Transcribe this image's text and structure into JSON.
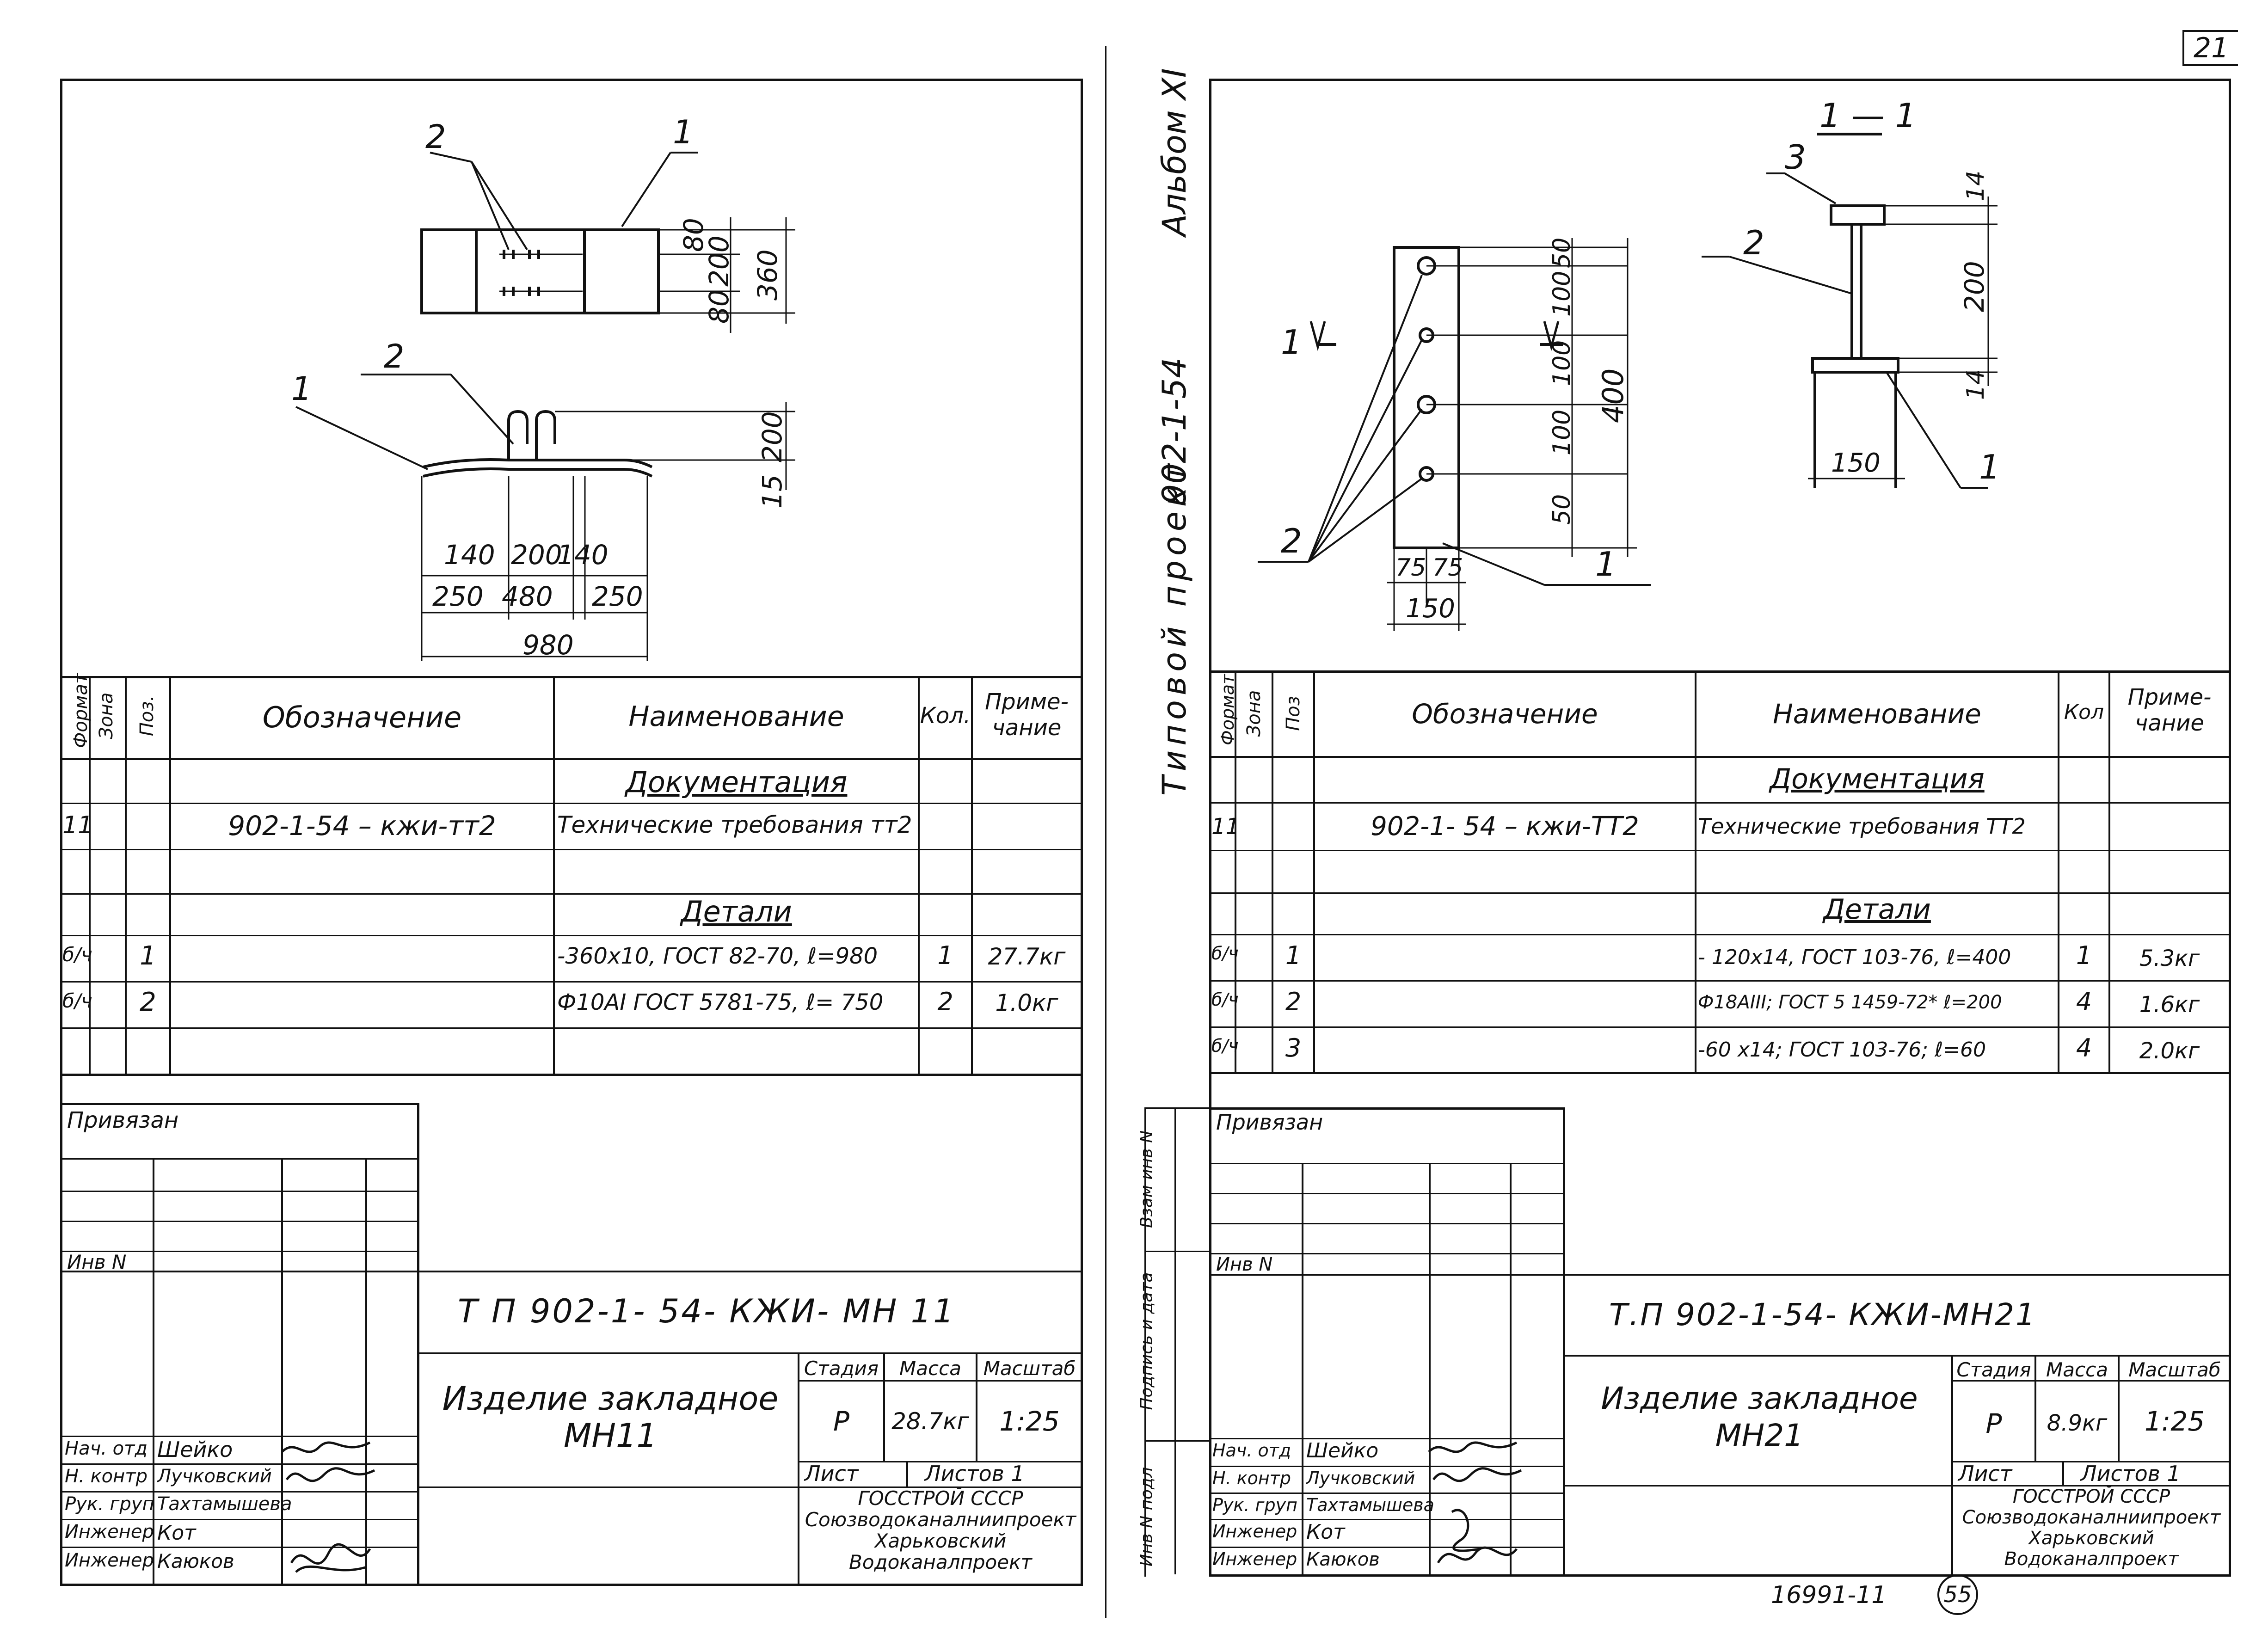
{
  "margin": {
    "album": "Альбом XI",
    "project": "902-1-54",
    "typical": "Типовой проект",
    "labels": [
      "Инв N подл",
      "Подпись и дата",
      "Взам инв N"
    ]
  },
  "top_right_mark": "21",
  "sheet_left": {
    "drawing": {
      "dims": [
        "80",
        "200",
        "80",
        "360",
        "200",
        "15",
        "140",
        "200",
        "140",
        "250",
        "480",
        "250",
        "980"
      ],
      "pos": [
        "1",
        "2",
        "1",
        "2"
      ]
    },
    "spec": {
      "headers": [
        "Формат",
        "Зона",
        "Поз.",
        "Обозначение",
        "Наименование",
        "Кол.",
        "Приме-чание"
      ],
      "rows": [
        {
          "format": "",
          "zone": "",
          "pos": "",
          "designation": "",
          "name": "Документация",
          "qty": "",
          "note": ""
        },
        {
          "format": "11",
          "zone": "",
          "pos": "",
          "designation": "902-1-54 – кжи-тт2",
          "name": "Технические требования тт2",
          "qty": "",
          "note": ""
        },
        {
          "format": "",
          "zone": "",
          "pos": "",
          "designation": "",
          "name": "",
          "qty": "",
          "note": ""
        },
        {
          "format": "",
          "zone": "",
          "pos": "",
          "designation": "",
          "name": "Детали",
          "qty": "",
          "note": ""
        },
        {
          "format": "б/ч",
          "zone": "",
          "pos": "1",
          "designation": "",
          "name": "-360х10, ГОСТ 82-70, ℓ=980",
          "qty": "1",
          "note": "27.7кг"
        },
        {
          "format": "б/ч",
          "zone": "",
          "pos": "2",
          "designation": "",
          "name": "Ф10AI ГОСТ 5781-75, ℓ= 750",
          "qty": "2",
          "note": "1.0кг"
        },
        {
          "format": "",
          "zone": "",
          "pos": "",
          "designation": "",
          "name": "",
          "qty": "",
          "note": ""
        }
      ]
    },
    "stamp": {
      "privyazan": "Привязан",
      "inv": "Инв N",
      "code": "Т П 902-1- 54- КЖИ- МН 11",
      "title": "Изделие закладное МН11",
      "stage_h": "Стадия",
      "mass_h": "Масса",
      "scale_h": "Масштаб",
      "stage": "Р",
      "mass": "28.7кг",
      "scale": "1:25",
      "sheet": "Лист",
      "sheets": "Листов 1",
      "org": "ГОССТРОЙ СССР Союзводоканалниипроект Харьковский Водоканалпроект",
      "people": [
        {
          "role": "Нач. отд",
          "name": "Шейко"
        },
        {
          "role": "Н. контр",
          "name": "Лучковский"
        },
        {
          "role": "Рук. груп",
          "name": "Тахтамышева"
        },
        {
          "role": "Инженер",
          "name": "Кот"
        },
        {
          "role": "Инженер",
          "name": "Каюков"
        }
      ]
    }
  },
  "sheet_right": {
    "drawing": {
      "section": "1 — 1",
      "cut_mark": "1",
      "dims": [
        "50",
        "100",
        "100",
        "100",
        "50",
        "400",
        "75",
        "75",
        "150",
        "14",
        "200",
        "14",
        "150"
      ],
      "pos": [
        "1",
        "2",
        "1",
        "2",
        "3"
      ]
    },
    "spec": {
      "headers": [
        "Формат",
        "Зона",
        "Поз",
        "Обозначение",
        "Наименование",
        "Кол",
        "Приме-чание"
      ],
      "rows": [
        {
          "format": "",
          "zone": "",
          "pos": "",
          "designation": "",
          "name": "Документация",
          "qty": "",
          "note": ""
        },
        {
          "format": "11",
          "zone": "",
          "pos": "",
          "designation": "902-1- 54 – кжи-ТТ2",
          "name": "Технические требования ТТ2",
          "qty": "",
          "note": ""
        },
        {
          "format": "",
          "zone": "",
          "pos": "",
          "designation": "",
          "name": "",
          "qty": "",
          "note": ""
        },
        {
          "format": "",
          "zone": "",
          "pos": "",
          "designation": "",
          "name": "Детали",
          "qty": "",
          "note": ""
        },
        {
          "format": "б/ч",
          "zone": "",
          "pos": "1",
          "designation": "",
          "name": "- 120х14, ГОСТ 103-76, ℓ=400",
          "qty": "1",
          "note": "5.3кг"
        },
        {
          "format": "б/ч",
          "zone": "",
          "pos": "2",
          "designation": "",
          "name": "Ф18AIII; ГОСТ 5 1459-72* ℓ=200",
          "qty": "4",
          "note": "1.6кг"
        },
        {
          "format": "б/ч",
          "zone": "",
          "pos": "3",
          "designation": "",
          "name": "-60 х14; ГОСТ 103-76; ℓ=60",
          "qty": "4",
          "note": "2.0кг"
        }
      ]
    },
    "stamp": {
      "privyazan": "Привязан",
      "inv": "Инв N",
      "code": "Т.П 902-1-54- КЖИ-МН21",
      "title": "Изделие закладное МН21",
      "stage_h": "Стадия",
      "mass_h": "Масса",
      "scale_h": "Масштаб",
      "stage": "Р",
      "mass": "8.9кг",
      "scale": "1:25",
      "sheet": "Лист",
      "sheets": "Листов 1",
      "org": "ГОССТРОЙ СССР Союзводоканалниипроект Харьковский Водоканалпроект",
      "people": [
        {
          "role": "Нач. отд",
          "name": "Шейко"
        },
        {
          "role": "Н. контр",
          "name": "Лучковский"
        },
        {
          "role": "Рук. груп",
          "name": "Тахтамышева"
        },
        {
          "role": "Инженер",
          "name": "Кот"
        },
        {
          "role": "Инженер",
          "name": "Каюков"
        }
      ]
    }
  },
  "footer": {
    "number": "16991-11",
    "page": "55"
  }
}
